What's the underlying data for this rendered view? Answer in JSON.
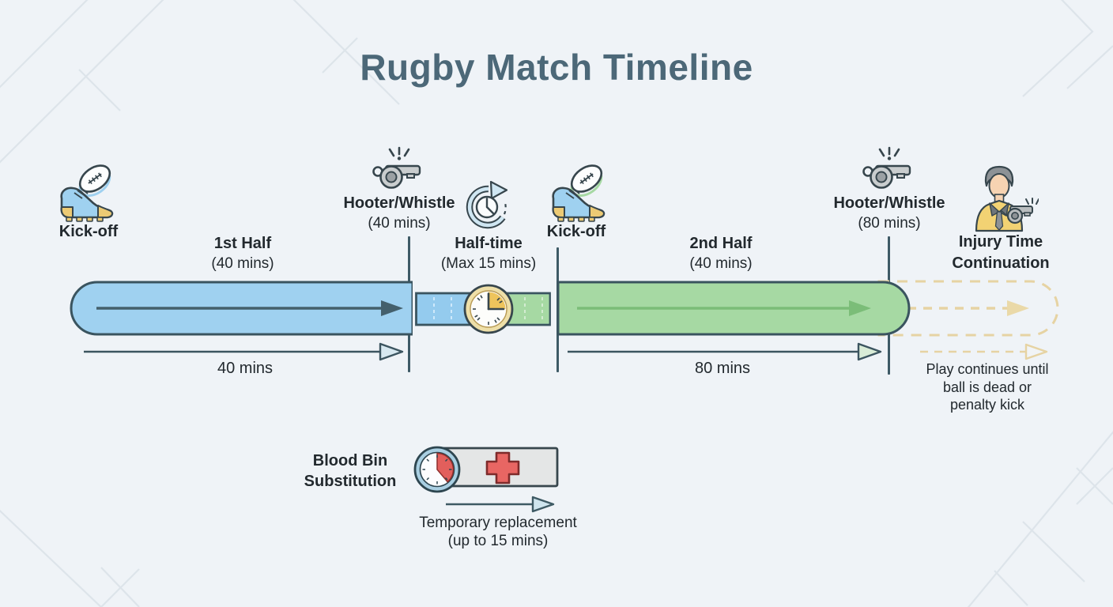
{
  "title": "Rugby Match Timeline",
  "timeline": {
    "kickoff_first": {
      "label": "Kick-off"
    },
    "first_half": {
      "label": "1st Half",
      "duration": "(40 mins)"
    },
    "hooter_first": {
      "label": "Hooter/Whistle",
      "duration": "(40 mins)"
    },
    "half_time": {
      "label": "Half-time",
      "duration": "(Max 15 mins)"
    },
    "kickoff_second": {
      "label": "Kick-off"
    },
    "second_half": {
      "label": "2nd Half",
      "duration": "(40 mins)"
    },
    "hooter_second": {
      "label": "Hooter/Whistle",
      "duration": "(80 mins)"
    },
    "injury_time": {
      "label_line1": "Injury Time",
      "label_line2": "Continuation",
      "note_line1": "Play continues until",
      "note_line2": "ball is dead or",
      "note_line3": "penalty kick"
    },
    "elapsed_first": "40 mins",
    "elapsed_second": "80 mins"
  },
  "blood_bin": {
    "label_line1": "Blood Bin",
    "label_line2": "Substitution",
    "note_line1": "Temporary replacement",
    "note_line2": "(up to 15 mins)"
  },
  "icons": {
    "kickoff": "rugby-boot-and-ball-icon",
    "hooter": "whistle-icon",
    "half_time": "clock-rotation-arrow-icon",
    "half_time_break": "gold-clock-icon",
    "injury_time": "referee-with-whistle-icon",
    "blood_bin": "stopwatch-and-medical-cross-icon"
  },
  "colors": {
    "background": "#eff3f7",
    "title": "#4c6878",
    "text": "#22292e",
    "outline": "#3a545f",
    "first_half_bar": "#9fd1f0",
    "second_half_bar": "#a6d9a3",
    "injury_dash": "#e6d3a3",
    "blood_red": "#e2615e",
    "whistle_gray": "#c9cdce",
    "clock_gold": "#eec45c"
  }
}
